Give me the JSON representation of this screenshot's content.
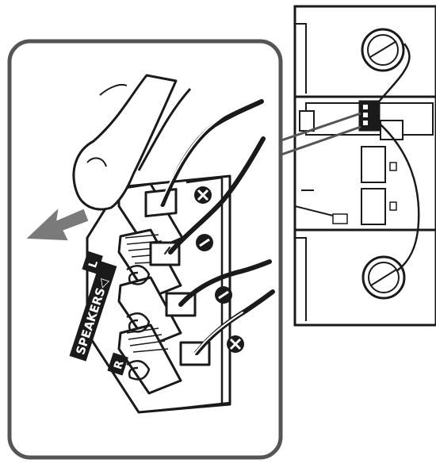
{
  "diagram": {
    "labels": {
      "speakers": "SPEAKERS◁",
      "left": "L",
      "right": "R"
    },
    "polarity": {
      "plus_symbol": "+",
      "minus_symbol": "−"
    },
    "colors": {
      "line": "#1a1a1a",
      "frame": "#555555",
      "arrow": "#7a7a7a",
      "paper": "#ffffff"
    },
    "icons": [
      "finger-icon",
      "pull-arrow-icon",
      "speaker-unit-icon",
      "plus-icon",
      "minus-icon"
    ]
  }
}
